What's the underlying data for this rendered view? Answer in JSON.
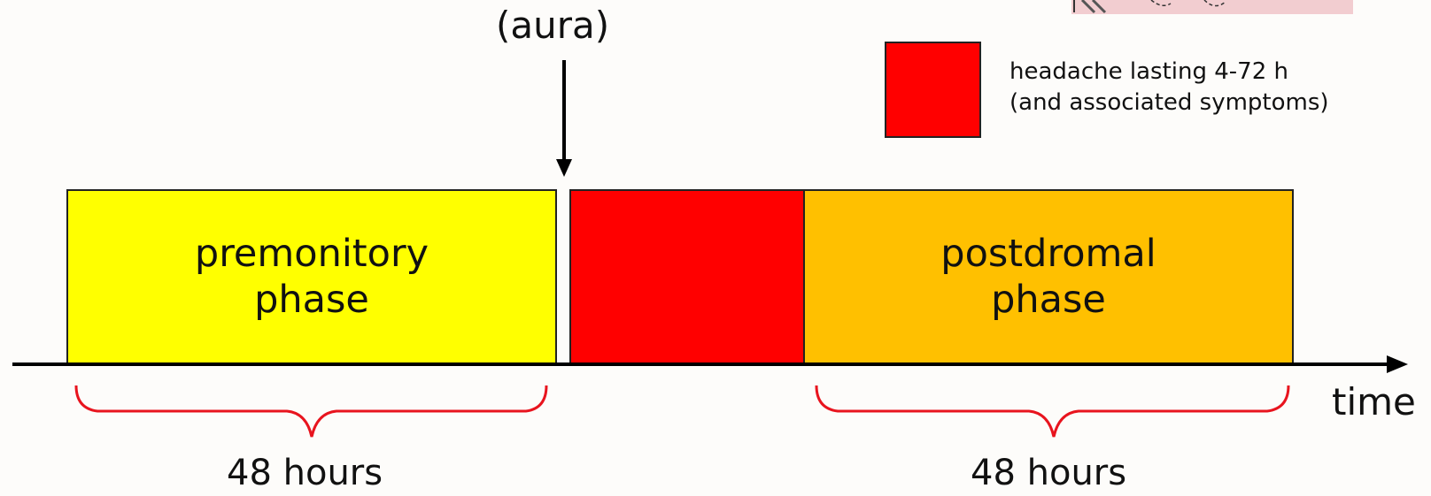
{
  "aura_label": "(aura)",
  "legend": {
    "line1": "headache lasting 4-72 h",
    "line2": "(and associated symptoms)"
  },
  "phases": {
    "premonitory": {
      "line1": "premonitory",
      "line2": "phase"
    },
    "postdromal": {
      "line1": "postdromal",
      "line2": "phase"
    }
  },
  "axis_label": "time",
  "durations": {
    "premonitory": "48 hours",
    "postdromal": "48 hours"
  },
  "colors": {
    "premonitory": "#ffff00",
    "headache": "#ff0000",
    "postdromal": "#ffc000",
    "brace": "#e8141e",
    "axis": "#000000"
  }
}
